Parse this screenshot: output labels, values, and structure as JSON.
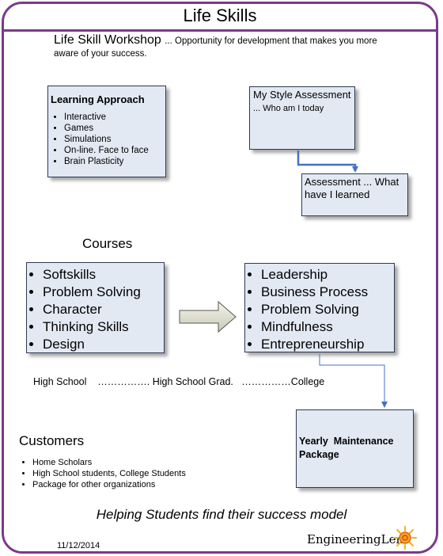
{
  "header": {
    "title": "Life Skills"
  },
  "workshop": {
    "heading": "Life Skill Workshop",
    "tagline_line1": "... Opportunity for development that makes you more",
    "tagline_line2": "aware of your success."
  },
  "learning_approach": {
    "title": "Learning Approach",
    "items": [
      "Interactive",
      "Games",
      "Simulations",
      "On-line. Face to face",
      "Brain Plasticity"
    ]
  },
  "assessment": {
    "style_main": "My Style Assessment",
    "style_suffix": "... Who am I today",
    "learned": "Assessment ... What have I learned"
  },
  "courses": {
    "heading": "Courses",
    "left_items": [
      "Softskills",
      "Problem Solving",
      "Character",
      "Thinking Skills",
      "Design"
    ],
    "right_items": [
      "Leadership",
      "Business Process",
      "Problem Solving",
      "Mindfulness",
      "Entrepreneurship"
    ]
  },
  "progression": {
    "text": "High School    ……………. High School Grad.   ……………College"
  },
  "maintenance": {
    "label": "Yearly  Maintenance Package"
  },
  "customers": {
    "heading": "Customers",
    "items": [
      "Home Scholars",
      "High School students, College Students",
      "Package for other organizations"
    ]
  },
  "footer": {
    "slogan": "Helping Students find their success model",
    "date": "11/12/2014",
    "logo_text": "EngineeringLens"
  },
  "colors": {
    "border": "#7a3a8a",
    "box_fill": "#e3e9f3",
    "connector": "#4472c4"
  }
}
